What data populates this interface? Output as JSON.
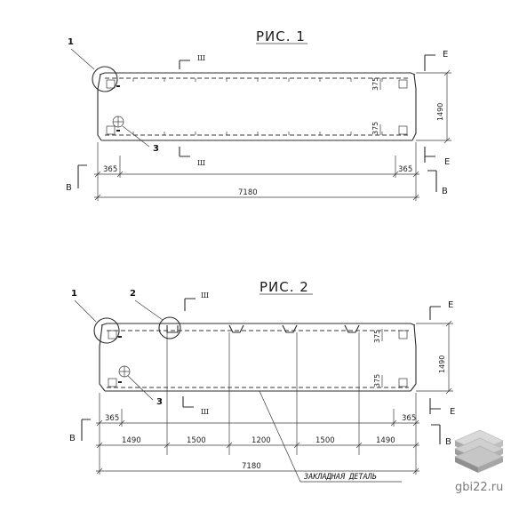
{
  "fig1": {
    "title": "РИС. 1",
    "leaders": [
      "1",
      "3"
    ],
    "sections": {
      "top": "Ш",
      "bottom": "Ш",
      "right_top": "Е",
      "right_bottom": "Е",
      "left": "В",
      "right": "В"
    },
    "dims": {
      "left": "365",
      "right": "365",
      "total": "7180",
      "height": "1490",
      "gap_top": "375",
      "gap_bottom": "375"
    }
  },
  "fig2": {
    "title": "РИС. 2",
    "leaders": [
      "1",
      "2",
      "3"
    ],
    "sections": {
      "top": "Ш",
      "bottom": "Ш",
      "right_top": "Е",
      "right_bottom": "Е",
      "left": "В",
      "right": "В"
    },
    "dims": {
      "left": "365",
      "right": "365",
      "total": "7180",
      "height": "1490",
      "gap_top": "375",
      "gap_bottom": "375"
    },
    "spans": [
      "1490",
      "1500",
      "1200",
      "1500",
      "1490"
    ],
    "note": "ЗАКЛАДНАЯ ДЕТАЛЬ"
  },
  "watermark": {
    "text": "gbi22.ru",
    "logo": "stacked-slabs-logo"
  }
}
